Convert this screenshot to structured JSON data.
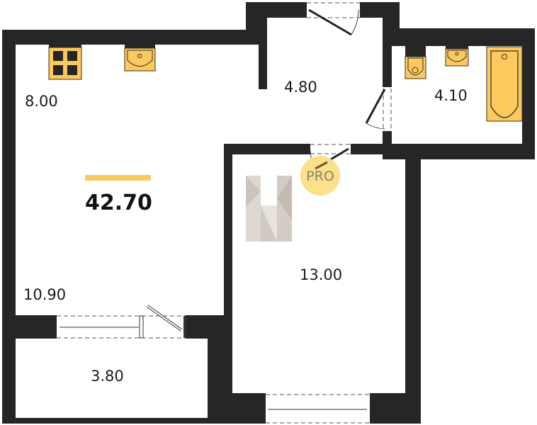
{
  "plan": {
    "total_area": "42.70",
    "rooms": [
      {
        "id": "kitchen",
        "area": "8.00"
      },
      {
        "id": "hallway",
        "area": "4.80"
      },
      {
        "id": "bathroom",
        "area": "4.10"
      },
      {
        "id": "living",
        "area": "10.90"
      },
      {
        "id": "bedroom",
        "area": "13.00"
      },
      {
        "id": "balcony",
        "area": "3.80"
      }
    ],
    "watermark": "PRO",
    "colors": {
      "wall": "#262626",
      "accent": "#fcc95f",
      "badge": "#fde08a"
    }
  }
}
